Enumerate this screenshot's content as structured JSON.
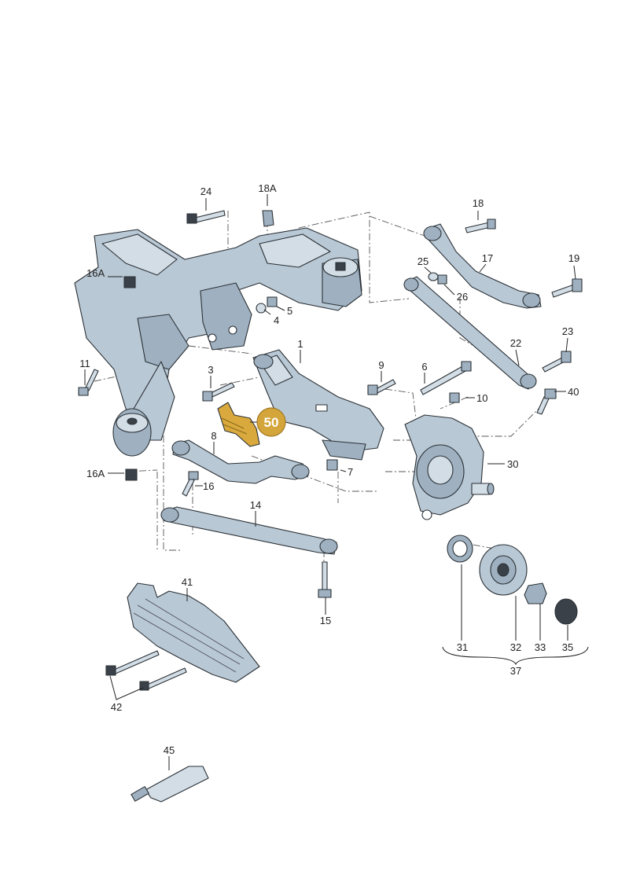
{
  "highlight": {
    "number": "50",
    "color": "#d4a53a"
  },
  "labels": {
    "l1": "1",
    "l3": "3",
    "l4": "4",
    "l5": "5",
    "l6": "6",
    "l7": "7",
    "l8": "8",
    "l9": "9",
    "l10": "10",
    "l11": "11",
    "l14": "14",
    "l15": "15",
    "l16": "16",
    "l16a_top": "16A",
    "l16a_bottom": "16A",
    "l17": "17",
    "l18": "18",
    "l18a": "18A",
    "l19": "19",
    "l22": "22",
    "l23": "23",
    "l24": "24",
    "l25": "25",
    "l26": "26",
    "l30": "30",
    "l31": "31",
    "l32": "32",
    "l33": "33",
    "l35": "35",
    "l37": "37",
    "l40": "40",
    "l41": "41",
    "l42": "42",
    "l45": "45"
  }
}
